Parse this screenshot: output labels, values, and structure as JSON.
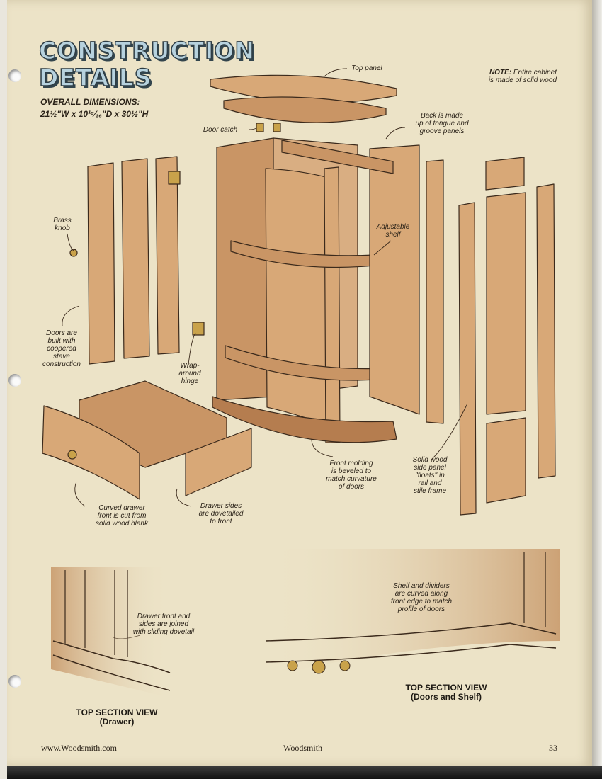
{
  "title": {
    "line1": "CONSTRUCTION",
    "line2": "DETAILS"
  },
  "dimensions": {
    "heading": "OVERALL DIMENSIONS:",
    "value": "21½\"W x 10¹⁵⁄₁₆\"D x 30½\"H"
  },
  "note": {
    "prefix": "NOTE:",
    "text": "Entire cabinet\nis made of solid wood"
  },
  "labels": {
    "top_panel": "Top panel",
    "door_catch": "Door catch",
    "back": "Back is made\nup of tongue and\ngroove panels",
    "brass_knob": "Brass\nknob",
    "adjustable_shelf": "Adjustable\nshelf",
    "doors": "Doors are\nbuilt with\ncoopered\nstave\nconstruction",
    "wrap_hinge": "Wrap-\naround\nhinge",
    "front_molding": "Front molding\nis beveled to\nmatch curvature\nof doors",
    "side_panel": "Solid wood\nside panel\n\"floats\" in\nrail and\nstile frame",
    "drawer_front": "Curved drawer\nfront is cut from\nsolid wood blank",
    "drawer_sides": "Drawer sides\nare dovetailed\nto front",
    "drawer_joint": "Drawer front and\nsides are joined\nwith sliding dovetail",
    "shelf_dividers": "Shelf and dividers\nare curved along\nfront edge to match\nprofile of doors"
  },
  "section_views": {
    "drawer": "TOP SECTION VIEW\n(Drawer)",
    "doors": "TOP SECTION VIEW\n(Doors and Shelf)"
  },
  "footer": {
    "website": "www.Woodsmith.com",
    "magazine": "Woodsmith",
    "page_number": "33"
  },
  "colors": {
    "paper": "#ece3c7",
    "wood": "#d8a877",
    "wood_dark": "#b57d4f",
    "outline": "#3b2a1c",
    "title_fill": "#b7d2de"
  }
}
